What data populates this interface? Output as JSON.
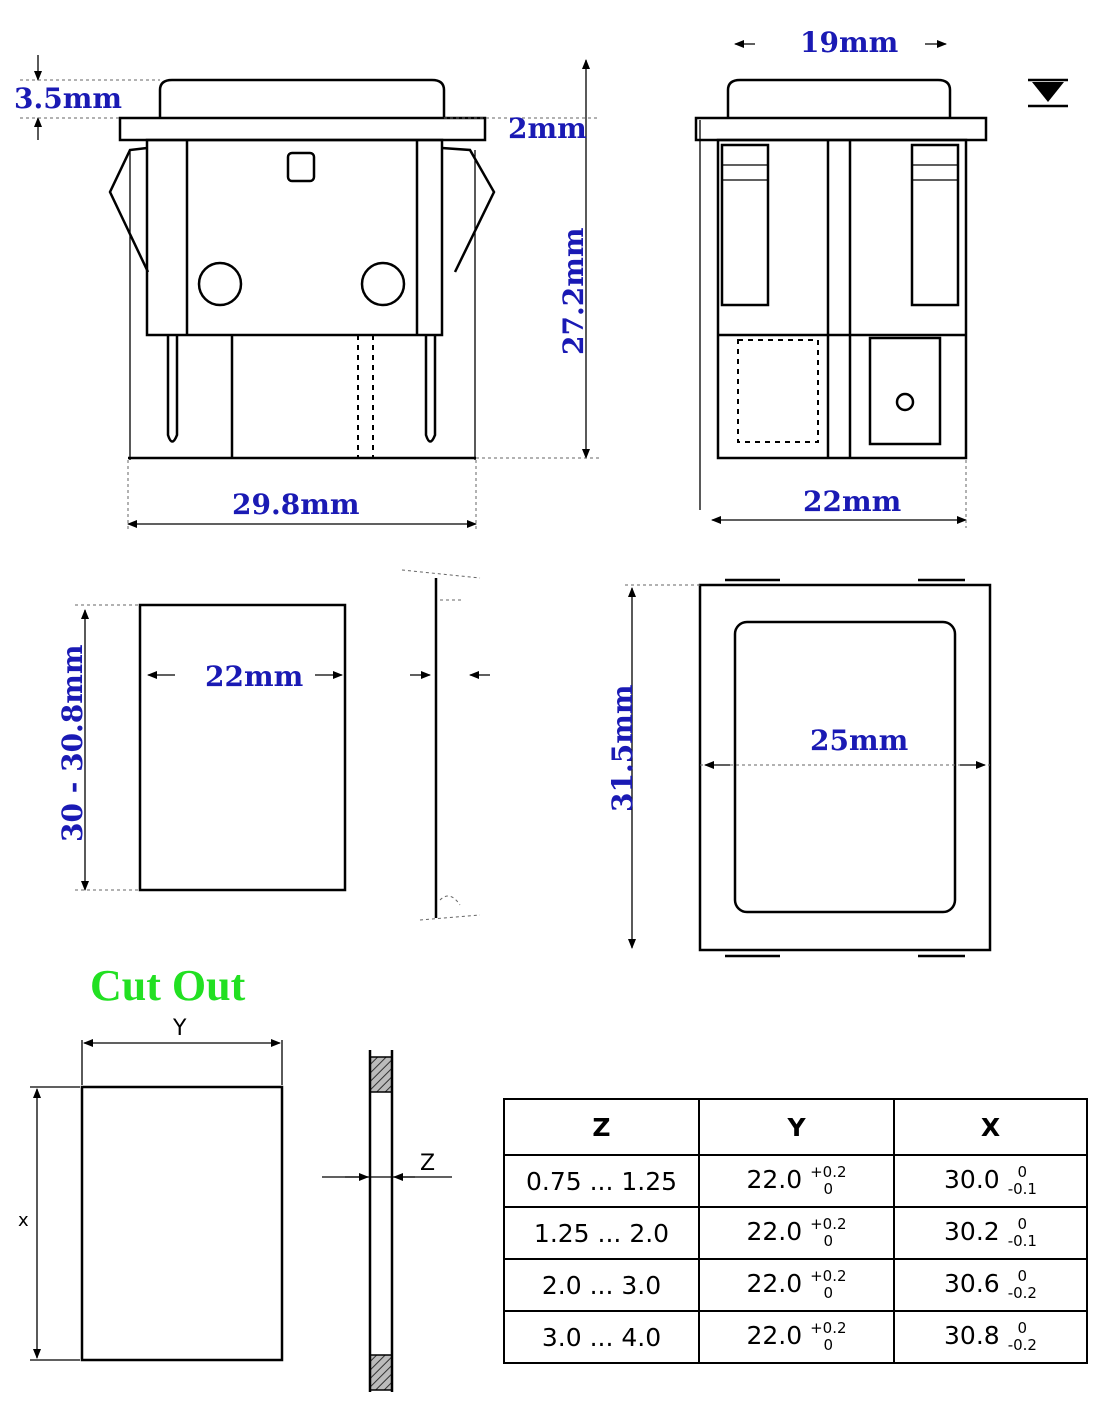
{
  "dimensions": {
    "button_height": "3.5mm",
    "bezel_thickness": "2mm",
    "side_height": "27.2mm",
    "body_width": "29.8mm",
    "top_width": "19mm",
    "base_width": "22mm",
    "panel_width": "22mm",
    "panel_height": "30 - 30.8mm",
    "bezel_outer_height": "31.5mm",
    "bezel_outer_width": "25mm"
  },
  "cutout": {
    "title": "Cut Out",
    "label_y": "Y",
    "label_x": "x",
    "label_z": "Z"
  },
  "table": {
    "headers": [
      "Z",
      "Y",
      "X"
    ],
    "rows": [
      {
        "z": "0.75 ... 1.25",
        "y": "22.0",
        "y_plus": "+0.2",
        "y_minus": "0",
        "x": "30.0",
        "x_plus": "0",
        "x_minus": "-0.1"
      },
      {
        "z": "1.25 ... 2.0",
        "y": "22.0",
        "y_plus": "+0.2",
        "y_minus": "0",
        "x": "30.2",
        "x_plus": "0",
        "x_minus": "-0.1"
      },
      {
        "z": "2.0 ... 3.0",
        "y": "22.0",
        "y_plus": "+0.2",
        "y_minus": "0",
        "x": "30.6",
        "x_plus": "0",
        "x_minus": "-0.2"
      },
      {
        "z": "3.0 ... 4.0",
        "y": "22.0",
        "y_plus": "+0.2",
        "y_minus": "0",
        "x": "30.8",
        "x_plus": "0",
        "x_minus": "-0.2"
      }
    ]
  },
  "icons": [
    "datum-triangle-icon"
  ],
  "colors": {
    "dimension_text": "#1a1ab4",
    "title_text": "#22e022",
    "lines": "#000000"
  }
}
